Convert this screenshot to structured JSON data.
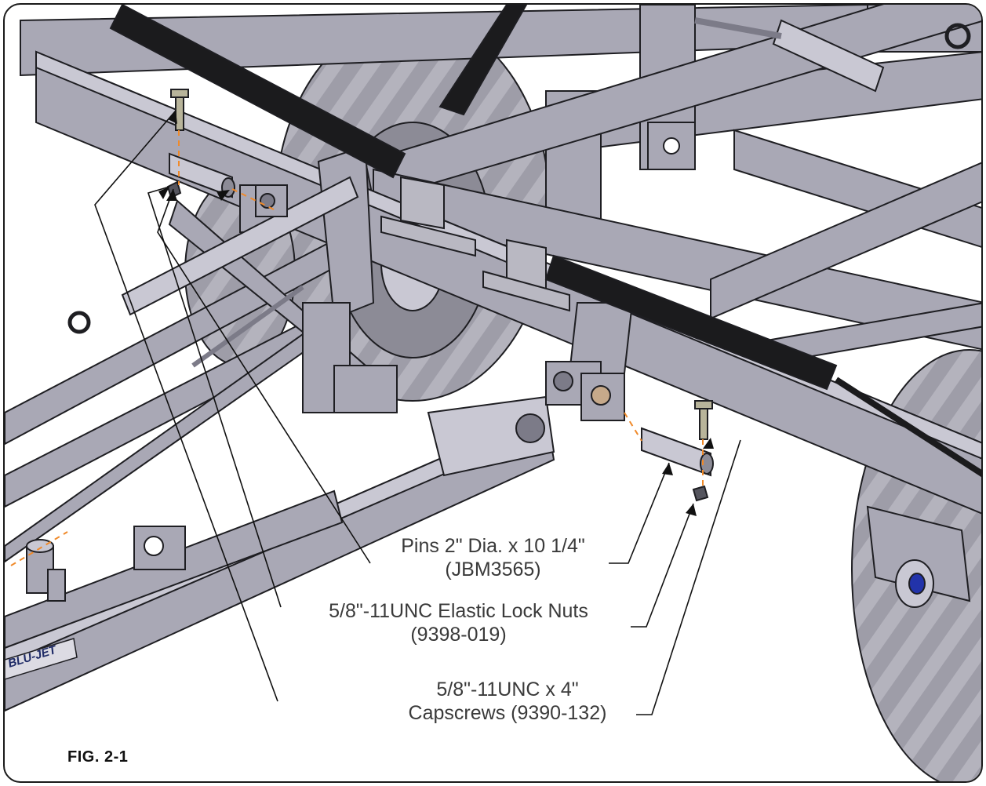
{
  "figure": {
    "label": "FIG. 2-1"
  },
  "callouts": {
    "pins": {
      "line1": "Pins 2\" Dia. x 10 1/4\"",
      "line2": "(JBM3565)"
    },
    "nuts": {
      "line1": "5/8\"-11UNC Elastic Lock Nuts",
      "line2": "(9398-019)"
    },
    "capscrews": {
      "line1": "5/8\"-11UNC x 4\"",
      "line2": "Capscrews (9390-132)"
    }
  },
  "decals": {
    "brand": "BLU-JET"
  },
  "colors": {
    "steel": "#a9a8b5",
    "steel_dark": "#7c7b88",
    "steel_light": "#c9c8d3",
    "tire": "#9e9da8",
    "cylinder": "#1b1b1d",
    "outline": "#1e1e22",
    "leader": "#111111",
    "center_line": "#f08a2a",
    "hub_blue": "#2233aa"
  }
}
